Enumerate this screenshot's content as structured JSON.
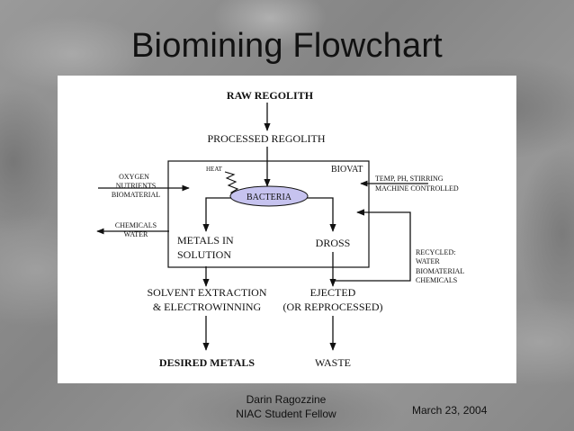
{
  "slide": {
    "title": "Biomining Flowchart",
    "author_name": "Darin Ragozzine",
    "author_role": "NIAC Student Fellow",
    "date": "March 23, 2004"
  },
  "diagram": {
    "raw_regolith": "RAW REGOLITH",
    "processed_regolith": "PROCESSED REGOLITH",
    "heat": "HEAT",
    "biovat": "BIOVAT",
    "bacteria": "BACTERIA",
    "inputs": [
      "OXYGEN",
      "NUTRIENTS",
      "BIOMATERIAL"
    ],
    "outputs": [
      "CHEMICALS",
      "WATER"
    ],
    "control": [
      "TEMP, PH, STIRRING",
      "MACHINE CONTROLLED"
    ],
    "metals_in_solution": [
      "METALS IN",
      "SOLUTION"
    ],
    "dross": "DROSS",
    "recycled": [
      "RECYCLED:",
      "WATER",
      "BIOMATERIAL",
      "CHEMICALS"
    ],
    "solvent_extraction": [
      "SOLVENT EXTRACTION",
      "& ELECTROWINNING"
    ],
    "ejected": [
      "EJECTED",
      "(OR REPROCESSED)"
    ],
    "desired_metals": "DESIRED METALS",
    "waste": "WASTE"
  }
}
